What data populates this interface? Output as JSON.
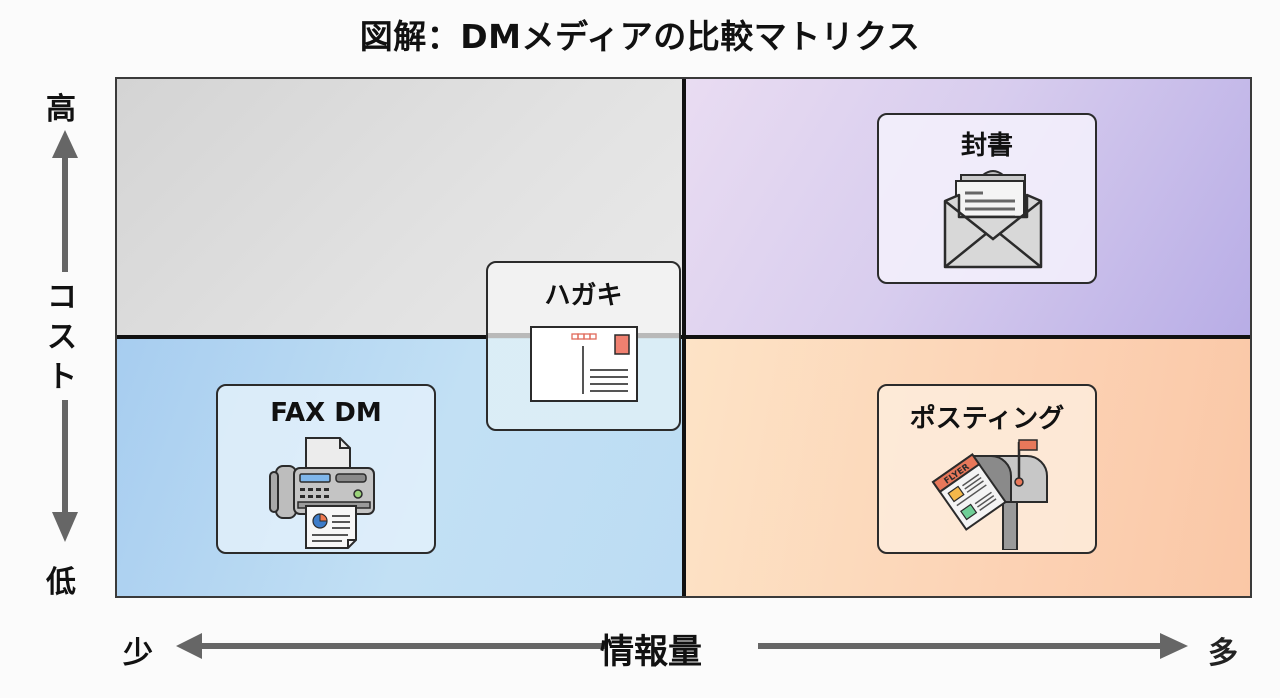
{
  "title": "図解：DMメディアの比較マトリクス",
  "axes": {
    "y": {
      "title": "コスト",
      "high_label": "高",
      "low_label": "低"
    },
    "x": {
      "title": "情報量",
      "low_label": "少",
      "high_label": "多"
    }
  },
  "quadrants": [
    {
      "position": "top-left",
      "meaning": "高コスト・少情報量",
      "color": "#d9d9d9"
    },
    {
      "position": "top-right",
      "meaning": "高コスト・多情報量",
      "color": "#cfc4ec"
    },
    {
      "position": "bottom-left",
      "meaning": "低コスト・少情報量",
      "color": "#b4d6f2"
    },
    {
      "position": "bottom-right",
      "meaning": "低コスト・多情報量",
      "color": "#fcd4b6"
    }
  ],
  "media": [
    {
      "id": "fuusho",
      "label": "封書",
      "icon": "envelope-icon",
      "cost": "高",
      "info": "多",
      "quadrant": "top-right"
    },
    {
      "id": "hagaki",
      "label": "ハガキ",
      "icon": "postcard-icon",
      "cost": "中",
      "info": "中",
      "quadrant": "center"
    },
    {
      "id": "fax",
      "label": "FAX DM",
      "icon": "fax-machine-icon",
      "cost": "低",
      "info": "少",
      "quadrant": "bottom-left"
    },
    {
      "id": "posting",
      "label": "ポスティング",
      "icon": "mailbox-flyer-icon",
      "cost": "低",
      "info": "多",
      "quadrant": "bottom-right",
      "flyer_text": "FLYER"
    }
  ],
  "colors": {
    "stamp": "#f08070",
    "postcode": "#e06a5a",
    "flag": "#e8785a",
    "fax_screen": "#7fb6ea",
    "fax_led": "#9bd37a",
    "chart_blue": "#3d7cc9",
    "chart_orange": "#f07a50",
    "flyer_yellow": "#f4b84a",
    "flyer_green": "#6fcf97"
  }
}
